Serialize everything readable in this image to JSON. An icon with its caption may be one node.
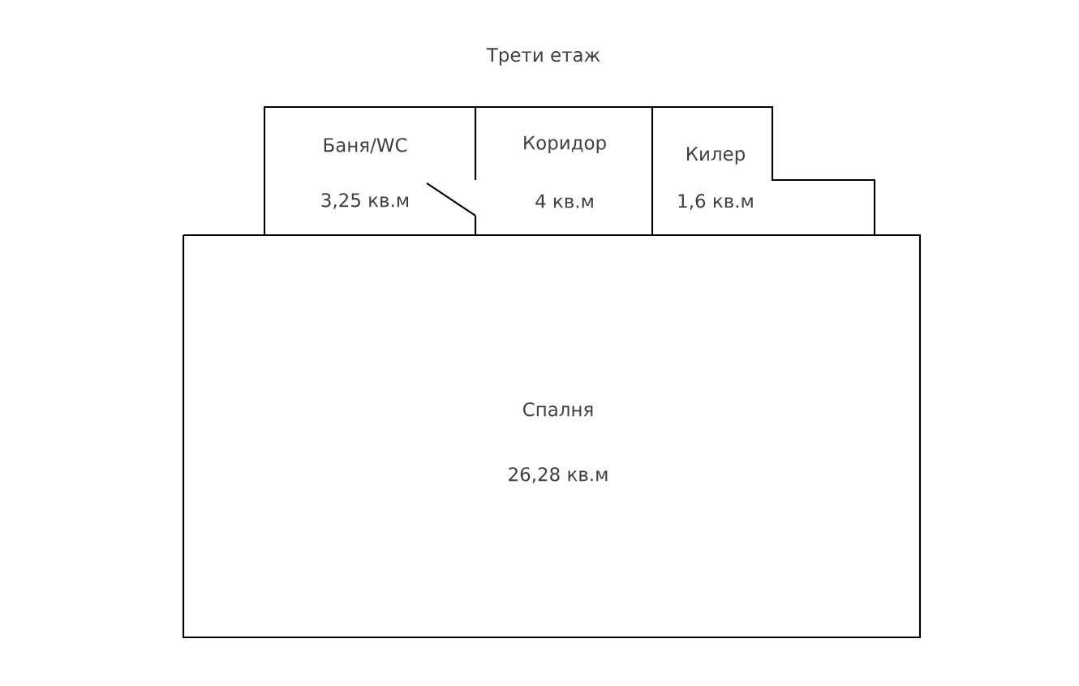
{
  "diagram": {
    "title": "Трети етаж",
    "nodes": [
      {
        "text": [
          "Баня/WC",
          "3,25 кв.м"
        ]
      },
      {
        "text": [
          "Коридор",
          "4 кв.м"
        ]
      },
      {
        "text": [
          "Килер",
          "1,6 кв.м"
        ]
      },
      {
        "text": [
          "Спалня",
          "26,28 кв.м"
        ]
      }
    ]
  }
}
